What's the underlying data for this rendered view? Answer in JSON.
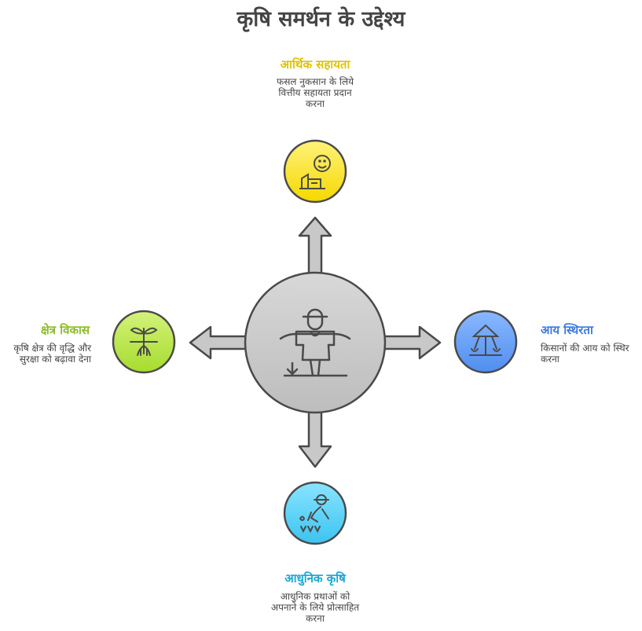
{
  "title": "कृषि समर्थन के उद्देश्य",
  "colors": {
    "top": "#e0c20a",
    "left": "#8cbc2a",
    "right": "#3b7ae0",
    "bottom": "#1aa6d6"
  },
  "nodes": {
    "top": {
      "label": "आर्थिक सहायता",
      "desc": [
        "फसल नुकसान के लिये",
        "वित्तीय सहायता प्रदान",
        "करना"
      ],
      "icon": "money-smile-icon"
    },
    "left": {
      "label": "क्षेत्र विकास",
      "desc": [
        "कृषि क्षेत्र की वृद्धि और",
        "सुरक्षा को बढ़ावा देना"
      ],
      "icon": "sprout-icon"
    },
    "right": {
      "label": "आय स्थिरता",
      "desc": [
        "किसानों की आय को स्थिर",
        "करना"
      ],
      "icon": "balance-scale-icon"
    },
    "bottom": {
      "label": "आधुनिक कृषि",
      "desc": [
        "आधुनिक प्रथाओं को",
        "अपनाने के लिये प्रोत्साहित",
        "करना"
      ],
      "icon": "farmer-planting-icon"
    }
  },
  "center": {
    "icon": "scarecrow-icon"
  }
}
